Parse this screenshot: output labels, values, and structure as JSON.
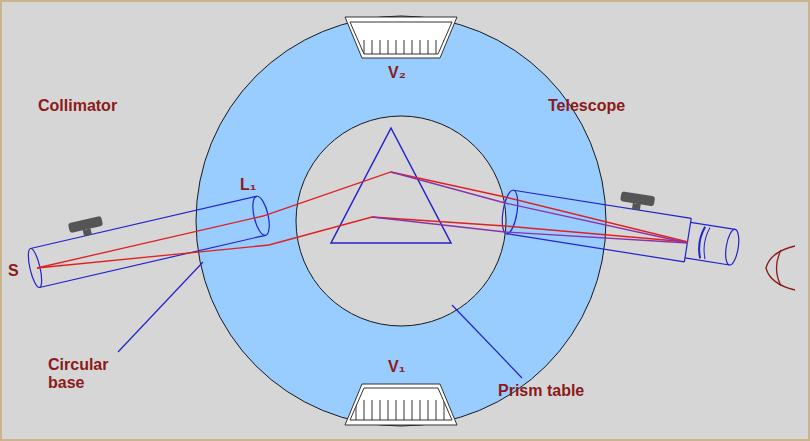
{
  "diagram": {
    "labels": [
      "Collimator",
      "Telescope",
      "S",
      "L₁",
      "V₂",
      "V₁",
      "Circular base",
      "Prism table"
    ]
  }
}
